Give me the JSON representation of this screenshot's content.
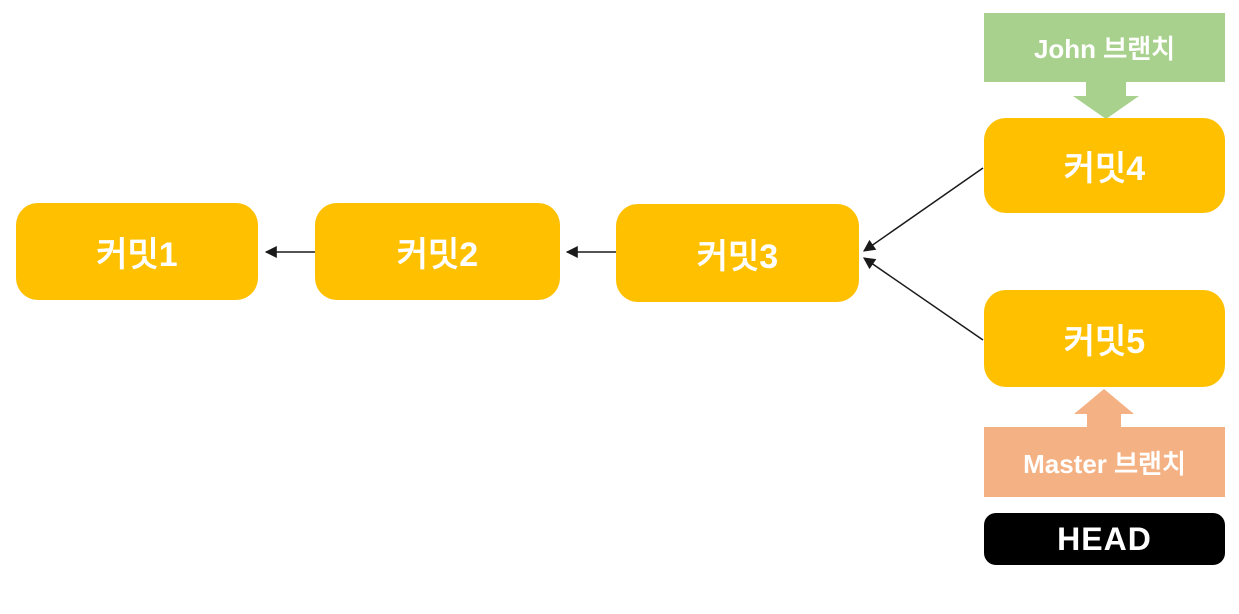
{
  "figure": {
    "type": "git-branch-diagram",
    "background": "#ffffff",
    "commits": [
      {
        "id": "commit1",
        "label": "커밋1"
      },
      {
        "id": "commit2",
        "label": "커밋2"
      },
      {
        "id": "commit3",
        "label": "커밋3"
      },
      {
        "id": "commit4",
        "label": "커밋4"
      },
      {
        "id": "commit5",
        "label": "커밋5"
      }
    ],
    "branch_labels": [
      {
        "id": "john-branch",
        "label": "John 브랜치",
        "color": "#a9d18e",
        "points_to": "커밋4",
        "arrow_direction": "down"
      },
      {
        "id": "master-branch",
        "label": "Master 브랜치",
        "color": "#f4b183",
        "points_to": "커밋5",
        "arrow_direction": "up"
      }
    ],
    "head": {
      "label": "HEAD",
      "bg": "#000000",
      "text_color": "#ffffff"
    },
    "edges": [
      {
        "from": "커밋2",
        "to": "커밋1"
      },
      {
        "from": "커밋3",
        "to": "커밋2"
      },
      {
        "from": "커밋4",
        "to": "커밋3"
      },
      {
        "from": "커밋5",
        "to": "커밋3"
      }
    ],
    "colors": {
      "commit_fill": "#ffc000",
      "commit_text": "#ffffff",
      "john_branch_fill": "#a9d18e",
      "master_branch_fill": "#f4b183",
      "head_fill": "#000000",
      "arrow_line": "#1a1a1a"
    }
  }
}
